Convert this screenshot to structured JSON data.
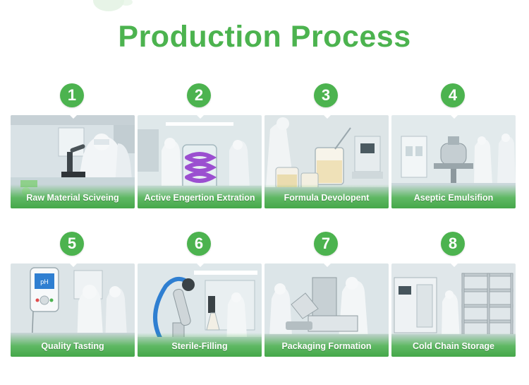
{
  "title": "Production Process",
  "colors": {
    "accent": "#4cb34f",
    "caption_band": "#3ea542"
  },
  "steps": [
    {
      "number": "1",
      "label": "Raw Material Sciveing"
    },
    {
      "number": "2",
      "label": "Active Engertion Extration"
    },
    {
      "number": "3",
      "label": "Formula Devolopent"
    },
    {
      "number": "4",
      "label": "Aseptic Emulsifion"
    },
    {
      "number": "5",
      "label": "Quality Tasting"
    },
    {
      "number": "6",
      "label": "Sterile-Filling"
    },
    {
      "number": "7",
      "label": "Packaging Formation"
    },
    {
      "number": "8",
      "label": "Cold Chain Storage"
    }
  ],
  "device_screen_text": "pH"
}
